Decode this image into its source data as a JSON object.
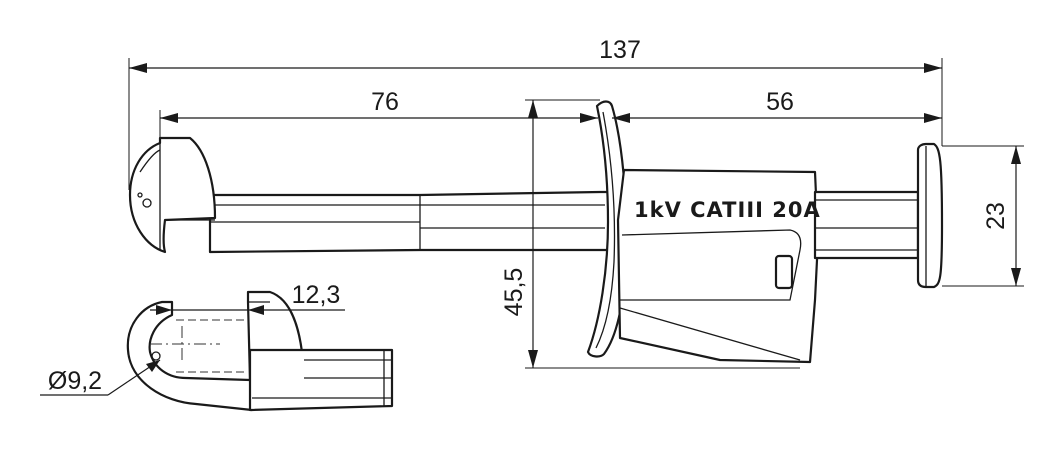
{
  "drawing": {
    "dimensions": {
      "overall_length": "137",
      "tip_to_guard": "76",
      "guard_to_end": "56",
      "end_cap_height": "23",
      "guard_height": "45,5",
      "hook_opening": "12,3",
      "hook_diameter": "Ø9,2"
    },
    "marking": "1kV CATIII 20A"
  }
}
